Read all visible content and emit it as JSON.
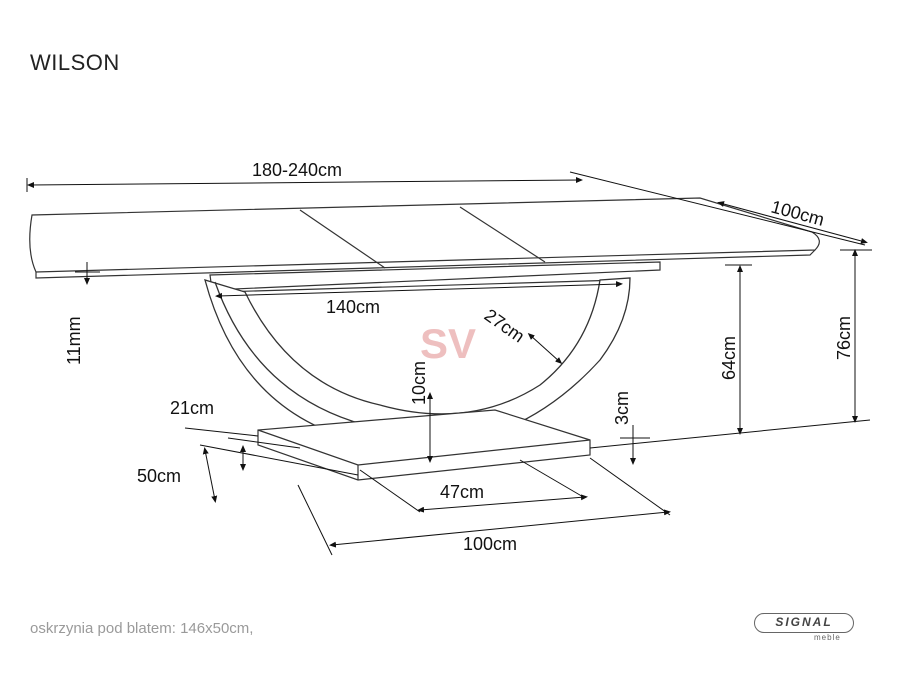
{
  "title": "WILSON",
  "footer_note": "oskrzynia pod blatem: 146x50cm,",
  "brand": {
    "name": "SIGNAL",
    "sub": "meble"
  },
  "watermark": "SV",
  "dimensions": {
    "length": "180-240cm",
    "depth": "100cm",
    "height_total": "76cm",
    "height_base": "64cm",
    "top_thickness": "11mm",
    "frame": "140cm",
    "arc_width": "27cm",
    "arc_gap": "10cm",
    "base_height": "3cm",
    "base_small": "21cm",
    "base_depth": "50cm",
    "base_inner": "47cm",
    "base_length": "100cm"
  }
}
